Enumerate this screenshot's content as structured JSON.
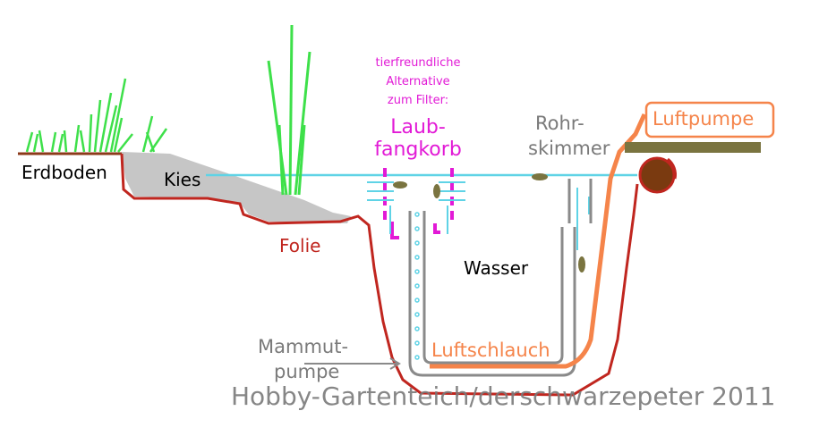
{
  "labels": {
    "erdboden": "Erdboden",
    "kies": "Kies",
    "folie": "Folie",
    "wasser": "Wasser",
    "tier_line1": "tierfreundliche",
    "tier_line2": "Alternative",
    "tier_line3": "zum Filter:",
    "laub_line1": "Laub-",
    "laub_line2": "fangkorb",
    "rohr_line1": "Rohr-",
    "rohr_line2": "skimmer",
    "luftpumpe": "Luftpumpe",
    "luftschlauch": "Luftschlauch",
    "mammut_line1": "Mammut-",
    "mammut_line2": "pumpe",
    "watermark": "Hobby-Gartenteich/derschwarzepeter 2011"
  },
  "colors": {
    "liner": "#c0261f",
    "earth": "#8b3a1a",
    "gravel": "#c6c6c6",
    "water": "#5fd3e6",
    "pipe": "#8a8a8a",
    "magenta": "#e21ad6",
    "orange": "#f5844a",
    "olive": "#7a7440",
    "grass": "#3ee04a",
    "pump": "#7a3a10",
    "watermark": "#7a7a7a"
  }
}
